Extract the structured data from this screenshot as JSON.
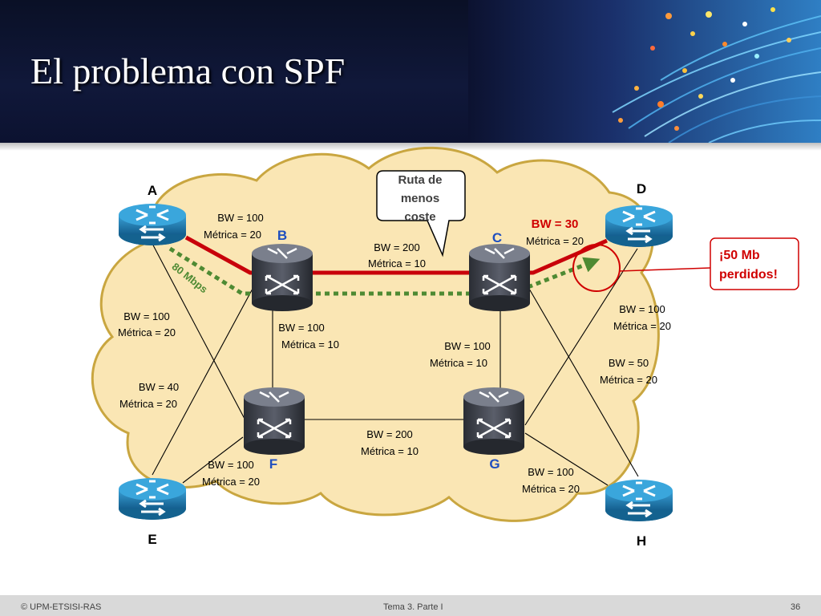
{
  "slide": {
    "title": "El problema con SPF",
    "footer_left": "© UPM-ETSISI-RAS",
    "footer_center": "Tema 3. Parte I",
    "page_number": "36"
  },
  "colors": {
    "cloud_fill": "#fae6b4",
    "cloud_stroke": "#c9a640",
    "spf_path": "#c8000a",
    "traffic_flow": "#4e8a33",
    "router_blue": "#1c80b8",
    "switch_dark": "#3c3f48",
    "label_blue": "#1f4fbf",
    "alert_red": "#d00000"
  },
  "nodes": {
    "A": {
      "label": "A",
      "icon": "router-icon"
    },
    "B": {
      "label": "B",
      "icon": "switch-icon"
    },
    "C": {
      "label": "C",
      "icon": "switch-icon"
    },
    "D": {
      "label": "D",
      "icon": "router-icon"
    },
    "E": {
      "label": "E",
      "icon": "router-icon"
    },
    "F": {
      "label": "F",
      "icon": "switch-icon"
    },
    "G": {
      "label": "G",
      "icon": "switch-icon"
    },
    "H": {
      "label": "H",
      "icon": "router-icon"
    }
  },
  "links": {
    "AB": {
      "bw": "BW = 100",
      "metric": "Métrica = 20"
    },
    "BC": {
      "bw": "BW = 200",
      "metric": "Métrica = 10"
    },
    "CD": {
      "bw": "BW = 30",
      "metric": "Métrica = 20"
    },
    "AF": {
      "bw": "BW = 100",
      "metric": "Métrica = 20"
    },
    "EB": {
      "bw": "BW = 40",
      "metric": "Métrica = 20"
    },
    "BF": {
      "bw": "BW = 100",
      "metric": "Métrica = 10"
    },
    "CG": {
      "bw": "BW = 100",
      "metric": "Métrica = 10"
    },
    "DG": {
      "bw": "BW = 100",
      "metric": "Métrica = 20"
    },
    "CH": {
      "bw": "BW = 50",
      "metric": "Métrica = 20"
    },
    "FG": {
      "bw": "BW = 200",
      "metric": "Métrica = 10"
    },
    "EF": {
      "bw": "BW = 100",
      "metric": "Métrica = 20"
    },
    "GH": {
      "bw": "BW = 100",
      "metric": "Métrica = 20"
    }
  },
  "callouts": {
    "route_line1": "Ruta de",
    "route_line2": "menos",
    "route_line3": "coste",
    "lost_line1": "¡50 Mb",
    "lost_line2": "perdidos!",
    "flow_label": "80 Mbps"
  }
}
